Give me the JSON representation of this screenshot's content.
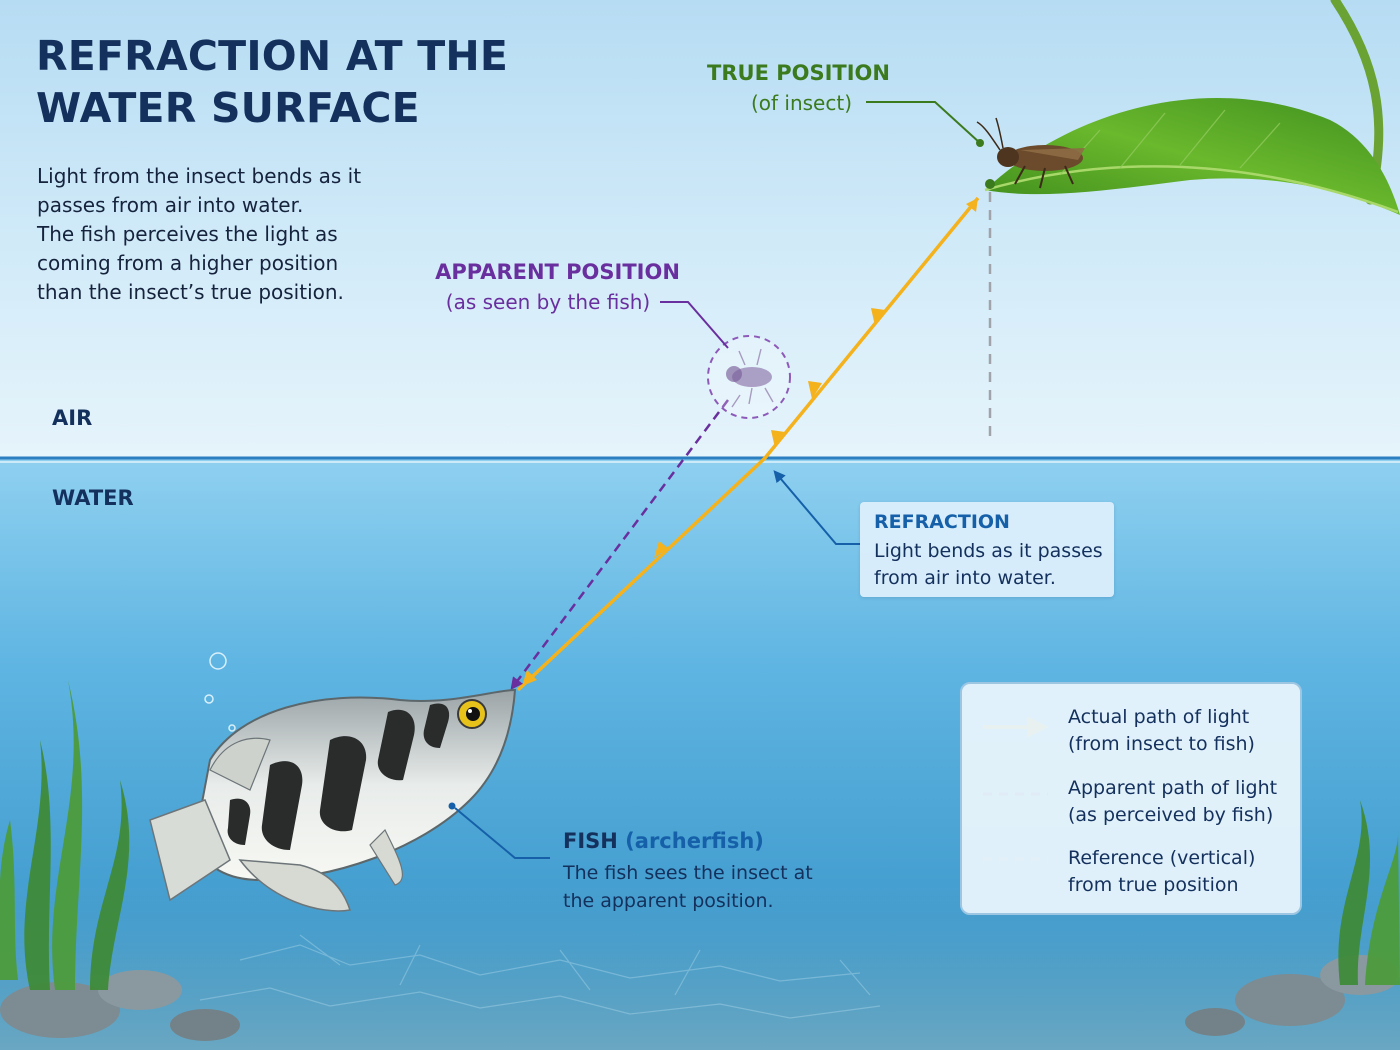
{
  "title_lines": [
    "REFRACTION AT THE",
    "WATER SURFACE"
  ],
  "intro_lines": [
    "Light from the insect bends as it",
    "passes from air into water.",
    "The fish perceives the light as",
    "coming from a higher position",
    "than the insect’s true position."
  ],
  "media": {
    "air": "AIR",
    "water": "WATER"
  },
  "true_position": {
    "title": "TRUE POSITION",
    "subtitle": "(of insect)"
  },
  "apparent_position": {
    "title": "APPARENT POSITION",
    "subtitle": "(as seen by the fish)"
  },
  "refraction": {
    "title": "REFRACTION",
    "body_lines": [
      "Light bends as it passes",
      "from air into water."
    ]
  },
  "fish": {
    "title": "FISH",
    "title_paren": "(archerfish)",
    "body_lines": [
      "The fish sees the insect at",
      "the apparent position."
    ]
  },
  "legend": [
    {
      "key": "actual",
      "lines": [
        "Actual path of light",
        "(from insect to fish)"
      ],
      "style": "solid-arrow",
      "color": "#f4b21d"
    },
    {
      "key": "apparent",
      "lines": [
        "Apparent path of light",
        "(as perceived by fish)"
      ],
      "style": "dashed",
      "color": "#6a2f9e"
    },
    {
      "key": "reference",
      "lines": [
        "Reference (vertical)",
        "from true position"
      ],
      "style": "dashed",
      "color": "#a0a4aa"
    }
  ],
  "colors": {
    "title": "#14305c",
    "true_position": "#3c7a1e",
    "apparent_position": "#6a2f9e",
    "light_path": "#f4b21d",
    "refraction": "#1560a8",
    "sky_top": "#bfe2f6",
    "water": "#4aa8dc"
  },
  "icons": [
    "insect-icon",
    "leaf-icon",
    "archerfish-icon",
    "seaweed-icon",
    "bubble-icon",
    "rock-icon"
  ]
}
